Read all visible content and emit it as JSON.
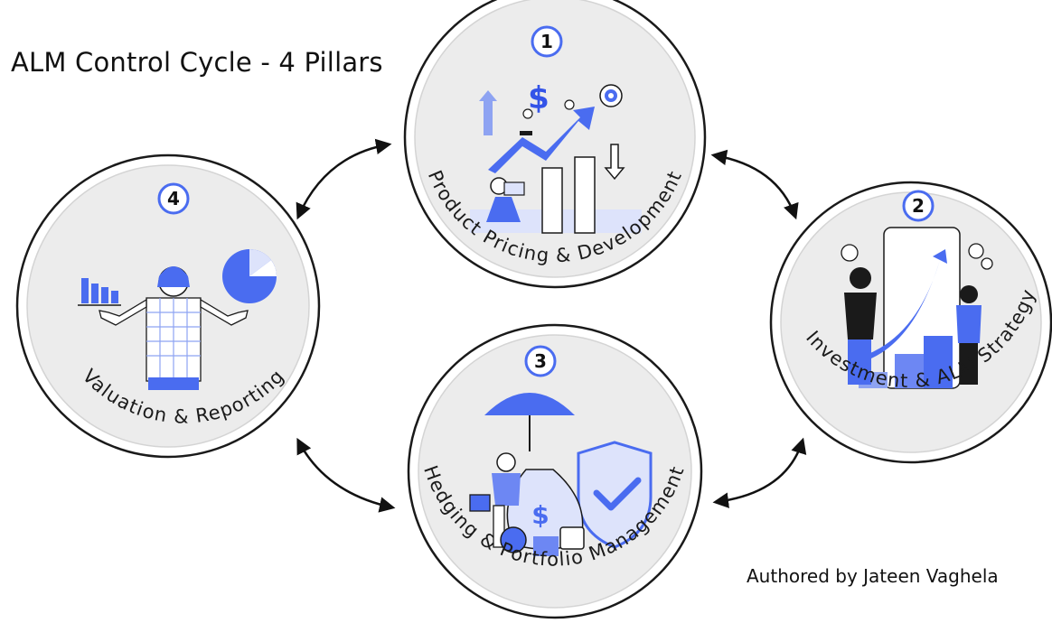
{
  "title": "ALM Control Cycle - 4 Pillars",
  "author": "Authored by Jateen Vaghela",
  "pillars": [
    {
      "number": "1",
      "label": "Product Pricing & Development"
    },
    {
      "number": "2",
      "label": "Investment & ALM Strategy"
    },
    {
      "number": "3",
      "label": "Hedging & Portfolio Management"
    },
    {
      "number": "4",
      "label": "Valuation & Reporting"
    }
  ],
  "icon_text": {
    "dollar": "$"
  },
  "colors": {
    "accent": "#4a6cf0",
    "accent_light": "#dde3fb",
    "circle_fill": "#ebebeb",
    "stroke": "#1a1a1a"
  }
}
